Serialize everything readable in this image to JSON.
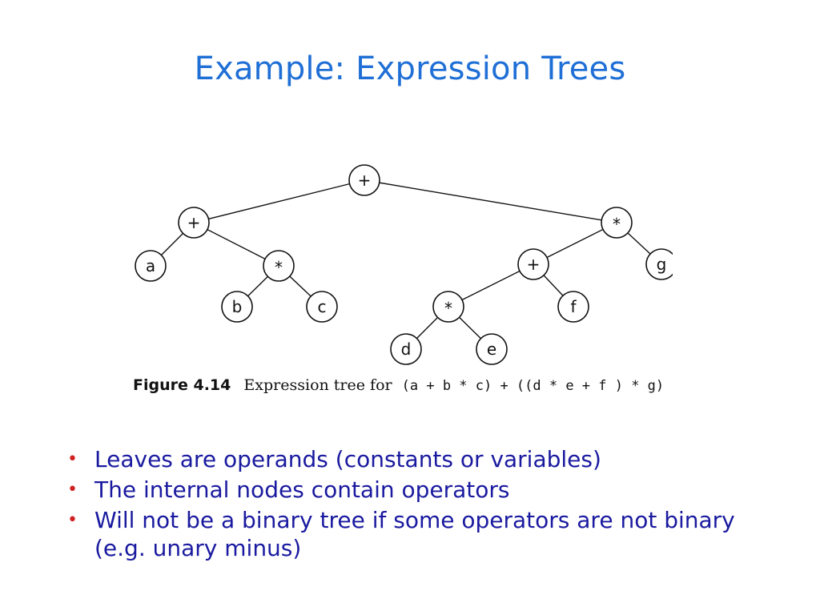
{
  "slide": {
    "title": "Example: Expression Trees"
  },
  "figure": {
    "caption_number": "Figure 4.14",
    "caption_text": "Expression tree for",
    "caption_expression": "(a + b * c) + ((d * e + f ) * g)",
    "tree": {
      "nodes": [
        {
          "id": "n1",
          "label": "+"
        },
        {
          "id": "n2",
          "label": "+"
        },
        {
          "id": "n3",
          "label": "*"
        },
        {
          "id": "n4",
          "label": "a"
        },
        {
          "id": "n5",
          "label": "*"
        },
        {
          "id": "n6",
          "label": "b"
        },
        {
          "id": "n7",
          "label": "c"
        },
        {
          "id": "n8",
          "label": "+"
        },
        {
          "id": "n9",
          "label": "g"
        },
        {
          "id": "n10",
          "label": "*"
        },
        {
          "id": "n11",
          "label": "f"
        },
        {
          "id": "n12",
          "label": "d"
        },
        {
          "id": "n13",
          "label": "e"
        }
      ],
      "edges": [
        [
          "n1",
          "n2"
        ],
        [
          "n1",
          "n3"
        ],
        [
          "n2",
          "n4"
        ],
        [
          "n2",
          "n5"
        ],
        [
          "n5",
          "n6"
        ],
        [
          "n5",
          "n7"
        ],
        [
          "n3",
          "n8"
        ],
        [
          "n3",
          "n9"
        ],
        [
          "n8",
          "n10"
        ],
        [
          "n8",
          "n11"
        ],
        [
          "n10",
          "n12"
        ],
        [
          "n10",
          "n13"
        ]
      ]
    }
  },
  "bullets": [
    "Leaves are operands (constants or variables)",
    "The internal nodes contain operators",
    "Will not be a binary tree if some operators are not binary (e.g. unary minus)"
  ],
  "colors": {
    "title": "#1f6fd6",
    "bullet_text": "#1a1aa0",
    "bullet_marker": "#d02020"
  }
}
